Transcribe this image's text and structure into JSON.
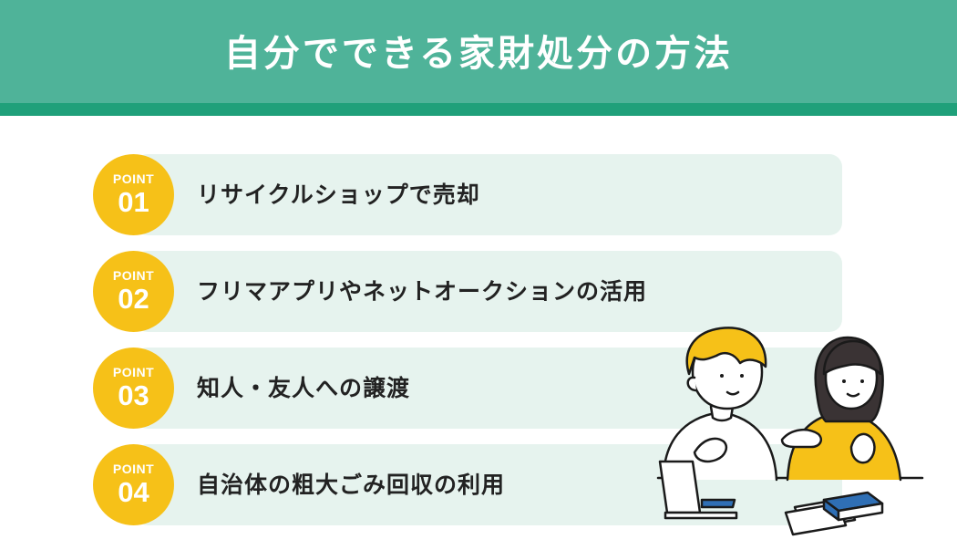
{
  "header": {
    "title": "自分でできる家財処分の方法"
  },
  "items": [
    {
      "point_label": "POINT",
      "number": "01",
      "text": "リサイクルショップで売却"
    },
    {
      "point_label": "POINT",
      "number": "02",
      "text": "フリマアプリやネットオークションの活用"
    },
    {
      "point_label": "POINT",
      "number": "03",
      "text": "知人・友人への譲渡"
    },
    {
      "point_label": "POINT",
      "number": "04",
      "text": "自治体の粗大ごみ回収の利用"
    }
  ],
  "colors": {
    "header_bg": "#4fb399",
    "header_strip": "#1fa07a",
    "item_bg": "#e6f3ee",
    "badge": "#f6c118",
    "text": "#222222",
    "book": "#2f6fb5"
  },
  "illustration": {
    "icon": "two-people-talking-illustration"
  }
}
